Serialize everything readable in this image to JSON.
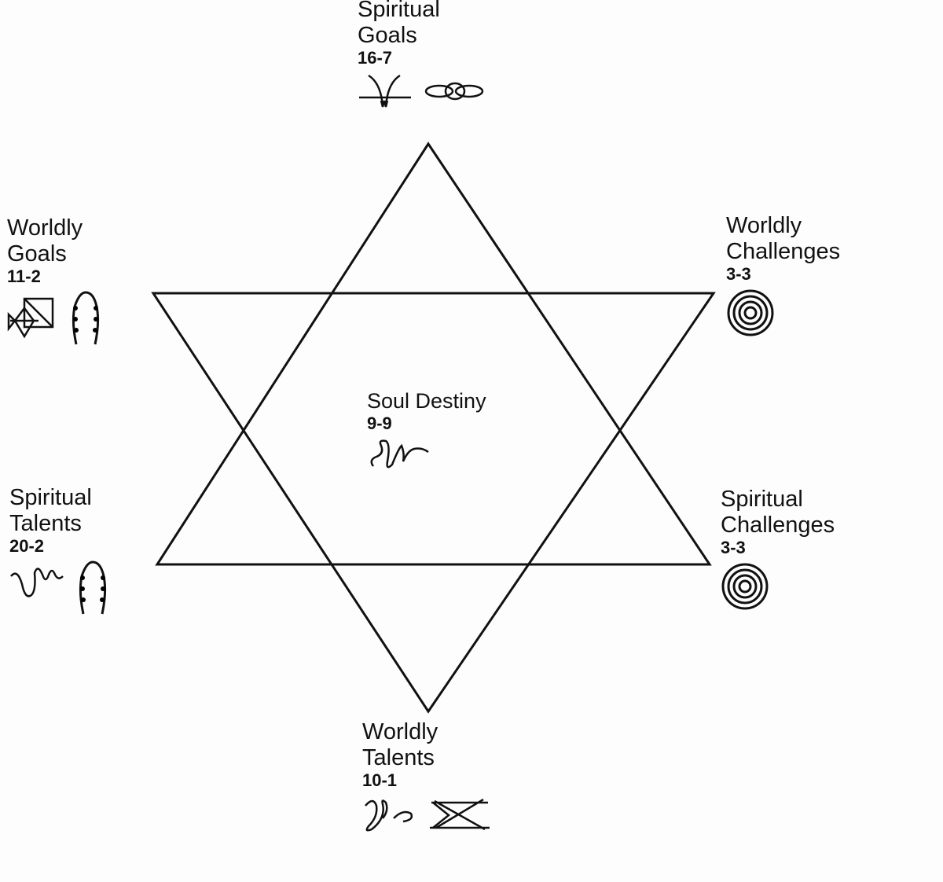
{
  "center": {
    "label": "Soul Destiny",
    "number": "9-9",
    "glyphs": [
      "serpent-glyph"
    ]
  },
  "points": {
    "top": {
      "label_line1": "Spiritual",
      "label_line2": "Goals",
      "number": "16-7",
      "glyphs": [
        "descending-arrows-glyph",
        "chain-links-glyph"
      ]
    },
    "upper_left": {
      "label_line1": "Worldly",
      "label_line2": "Goals",
      "number": "11-2",
      "glyphs": [
        "square-diamond-glyph",
        "beaded-loop-glyph"
      ]
    },
    "upper_right": {
      "label_line1": "Worldly",
      "label_line2": "Challenges",
      "number": "3-3",
      "glyphs": [
        "spiral-glyph"
      ]
    },
    "lower_left": {
      "label_line1": "Spiritual",
      "label_line2": "Talents",
      "number": "20-2",
      "glyphs": [
        "wave-glyph",
        "beaded-loop-glyph"
      ]
    },
    "lower_right": {
      "label_line1": "Spiritual",
      "label_line2": "Challenges",
      "number": "3-3",
      "glyphs": [
        "spiral-glyph"
      ]
    },
    "bottom": {
      "label_line1": "Worldly",
      "label_line2": "Talents",
      "number": "10-1",
      "glyphs": [
        "looped-script-glyph",
        "crossed-lines-glyph"
      ]
    }
  }
}
